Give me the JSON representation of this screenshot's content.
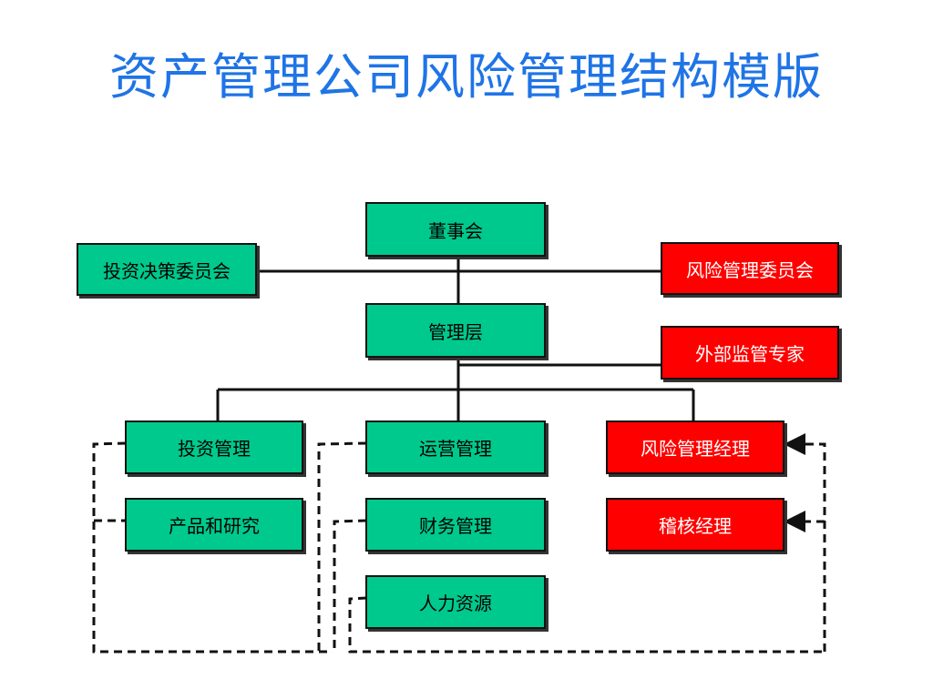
{
  "title": "资产管理公司风险管理结构模版",
  "nodes": {
    "board": "董事会",
    "invest_committee": "投资决策委员会",
    "risk_committee": "风险管理委员会",
    "management": "管理层",
    "external_expert": "外部监管专家",
    "invest_mgmt": "投资管理",
    "product_research": "产品和研究",
    "operations": "运营管理",
    "finance": "财务管理",
    "hr": "人力资源",
    "risk_manager": "风险管理经理",
    "audit_manager": "稽核经理"
  },
  "colors": {
    "title": "#1f74e6",
    "green_box": "#00c98d",
    "red_box": "#ff0000",
    "line": "#111111"
  }
}
